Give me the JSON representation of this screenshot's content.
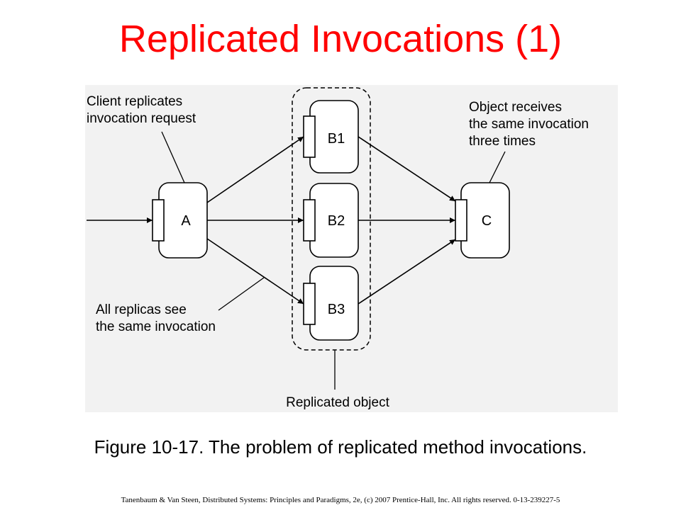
{
  "title": "Replicated Invocations (1)",
  "diagram": {
    "callouts": {
      "client": [
        "Client replicates",
        "invocation request"
      ],
      "object": [
        "Object receives",
        "the same invocation",
        "three times"
      ],
      "replicas": [
        "All replicas see",
        "the same invocation"
      ],
      "replicated_object": "Replicated object"
    },
    "nodes": {
      "a": "A",
      "b1": "B1",
      "b2": "B2",
      "b3": "B3",
      "c": "C"
    }
  },
  "caption": "Figure 10-17. The problem of replicated method invocations.",
  "footer": "Tanenbaum & Van Steen, Distributed Systems: Principles and Paradigms, 2e, (c) 2007 Prentice-Hall, Inc. All rights reserved. 0-13-239227-5",
  "colors": {
    "title": "#ff0000",
    "figure_background": "#f2f2f2"
  }
}
